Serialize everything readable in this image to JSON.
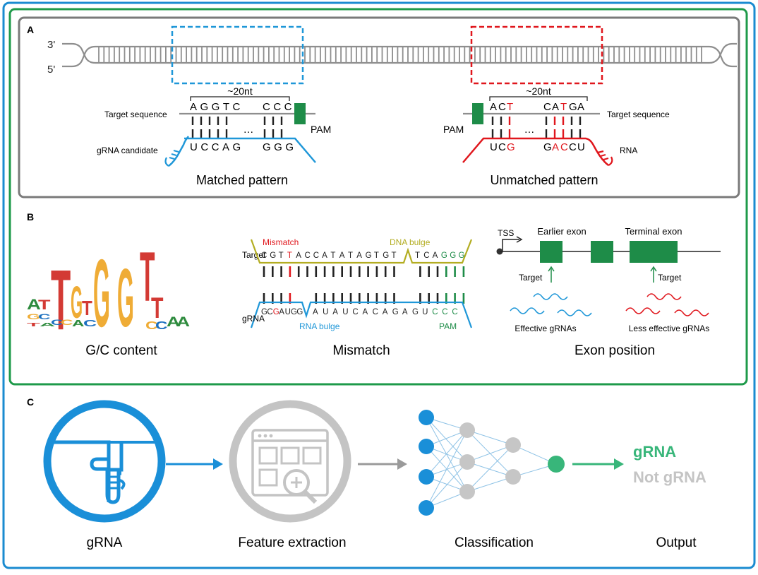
{
  "colors": {
    "frame_blue": "#1a8bd0",
    "frame_green": "#1e9a4a",
    "panel_gray": "#7a7a7a",
    "gRNA_blue": "#1f97d8",
    "mismatch_red": "#e0171d",
    "pam_green": "#1e8c48",
    "dna_bulge_olive": "#b3ad21",
    "logo_red": "#d33a34",
    "logo_orange": "#efac36",
    "logo_green": "#2e8b3e",
    "nn_blue": "#1a8fd8",
    "nn_gray": "#c6c6c6",
    "nn_green": "#38b67a",
    "arrow_gray": "#9a9a9a"
  },
  "panel_a": {
    "label": "A",
    "strand_top": "3'",
    "strand_bottom": "5'",
    "matched": {
      "span_label": "~20nt",
      "target_seq": "AGGTC",
      "target_seq_end": "CCC",
      "grna_seq": "UCCAG",
      "grna_seq_end": "GGG",
      "ellipsis": "…",
      "target_label": "Target sequence",
      "grna_label": "gRNA candidate",
      "pam_label": "PAM",
      "caption": "Matched pattern"
    },
    "unmatched": {
      "span_label": "~20nt",
      "target_label": "Target sequence",
      "rna_label": "RNA",
      "pam_label": "PAM",
      "ellipsis": "…",
      "caption": "Unmatched pattern"
    }
  },
  "panel_b": {
    "label": "B",
    "logo_caption": "G/C content",
    "mismatch": {
      "target_label": "Target",
      "grna_label": "gRNA",
      "mismatch_label": "Mismatch",
      "dna_bulge_label": "DNA bulge",
      "rna_bulge_label": "RNA bulge",
      "pam_label": "PAM",
      "caption": "Mismatch"
    },
    "exon": {
      "tss_label": "TSS",
      "earlier_exon": "Earlier exon",
      "terminal_exon": "Terminal exon",
      "target_left": "Target",
      "target_right": "Target",
      "effective": "Effective gRNAs",
      "less_effective": "Less effective gRNAs",
      "caption": "Exon position"
    }
  },
  "panel_c": {
    "label": "C",
    "step1": "gRNA",
    "step2": "Feature extraction",
    "step3": "Classification",
    "step4": "Output",
    "output_positive": "gRNA",
    "output_negative": "Not gRNA"
  }
}
